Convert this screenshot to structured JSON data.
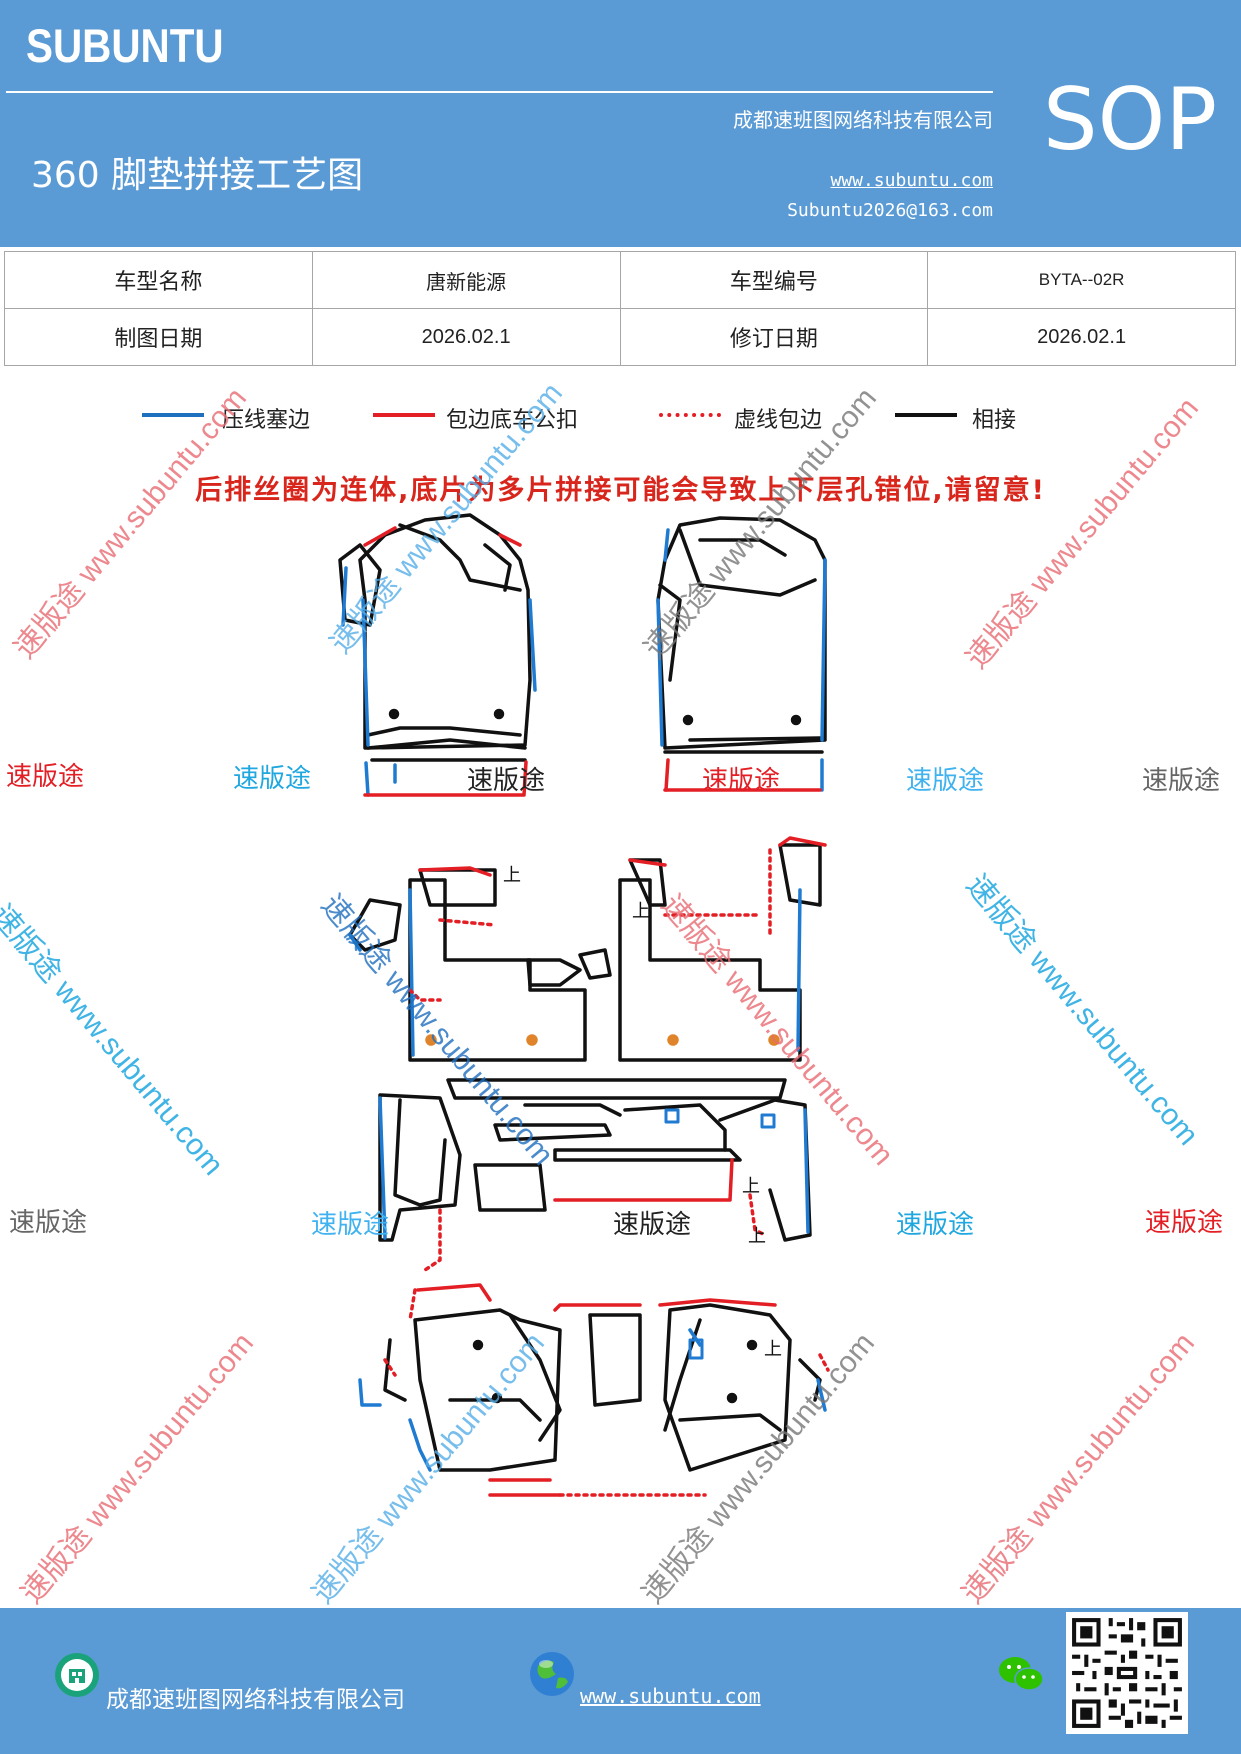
{
  "header": {
    "brand": "SUBUNTU",
    "title": "360 脚垫拼接工艺图",
    "company": "成都速班图网络科技有限公司",
    "website": "www.subuntu.com",
    "email": "Subuntu2026@163.com",
    "badge": "SOP"
  },
  "info_table": {
    "rows": [
      [
        "车型名称",
        "唐新能源",
        "车型编号",
        "BYTA--02R"
      ],
      [
        "制图日期",
        "2026.02.1",
        "修订日期",
        "2026.02.1"
      ]
    ]
  },
  "legend": {
    "items": [
      {
        "label": "压线塞边",
        "color": "#1f6fbf",
        "style": "solid"
      },
      {
        "label": "包边底车公扣",
        "color": "#e31e24",
        "style": "solid"
      },
      {
        "label": "虚线包边",
        "color": "#e31e24",
        "style": "dotted"
      },
      {
        "label": "相接",
        "color": "#111111",
        "style": "solid"
      }
    ]
  },
  "warning": "后排丝圈为连体,底片为多片拼接可能会导致上下层孔错位,请留意!",
  "watermarks": {
    "brand": "速版途",
    "diagonal": "速版途 www.subuntu.com"
  },
  "diagram_marks": [
    "上",
    "上",
    "上",
    "上",
    "上"
  ],
  "footer": {
    "company": "成都速班图网络科技有限公司",
    "website": "www.subuntu.com"
  },
  "colors": {
    "header_bg": "#5b9bd5",
    "blue_line": "#1f7ad1",
    "red_line": "#e31e24",
    "warning": "#d9261c"
  }
}
